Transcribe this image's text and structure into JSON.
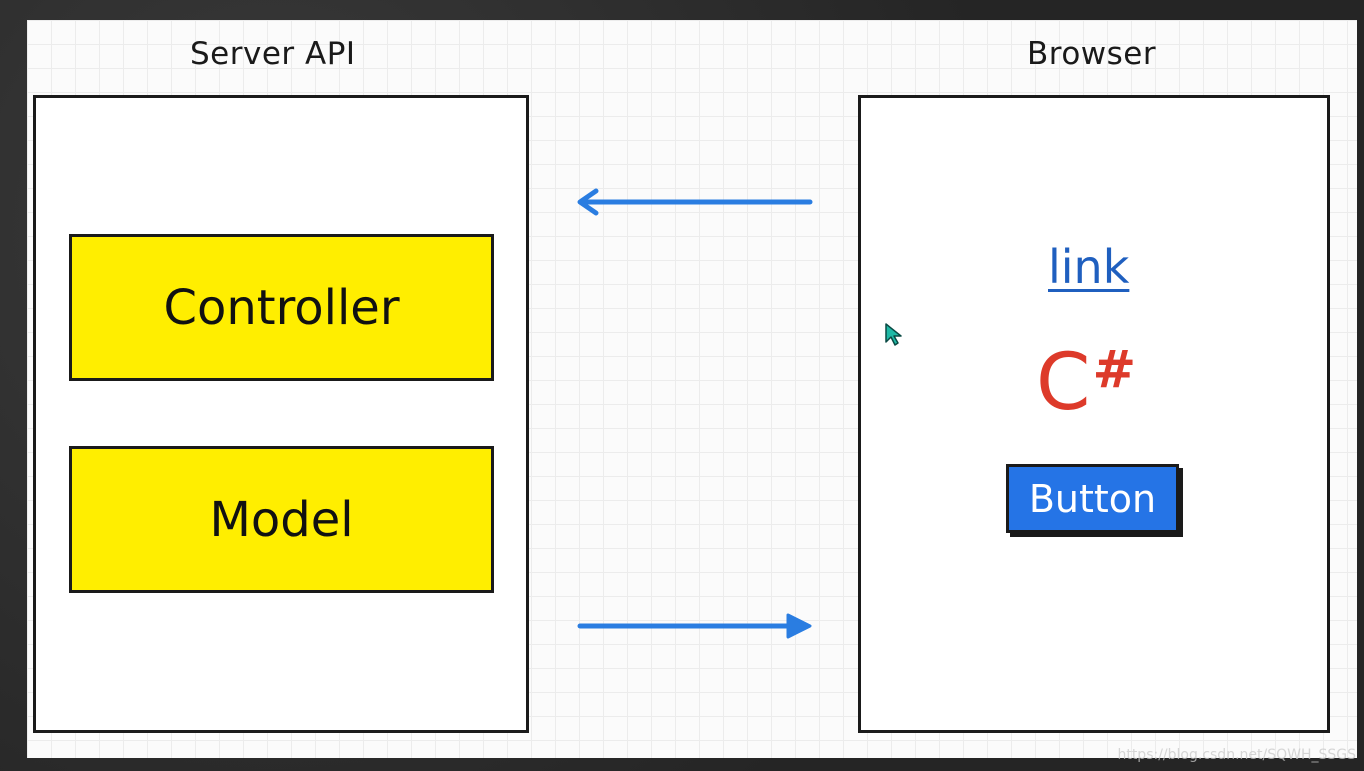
{
  "diagram": {
    "server": {
      "title": "Server API",
      "components": [
        {
          "label": "Controller"
        },
        {
          "label": "Model"
        }
      ]
    },
    "browser": {
      "title": "Browser",
      "link_label": "link",
      "csharp_c": "C",
      "csharp_hash": "#",
      "button_label": "Button"
    },
    "arrows": [
      {
        "direction": "browser-to-server"
      },
      {
        "direction": "server-to-browser"
      }
    ],
    "watermark": "https://blog.csdn.net/SQWH_SSGS"
  },
  "colors": {
    "component_fill": "#ffee00",
    "arrow": "#2a7de1",
    "link": "#1f5fbf",
    "csharp": "#dd3a2a",
    "button": "#2574e6"
  }
}
